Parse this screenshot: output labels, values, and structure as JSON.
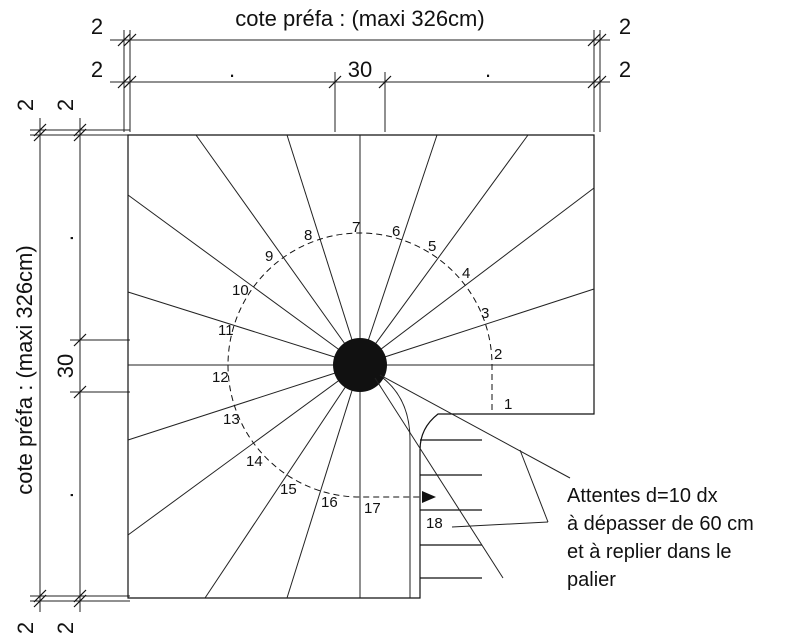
{
  "dimensions": {
    "top_label": "cote préfa : (maxi 326cm)",
    "side_label": "cote préfa : (maxi 326cm)",
    "two": "2",
    "thirty": "30",
    "dot": "."
  },
  "steps": [
    "1",
    "2",
    "3",
    "4",
    "5",
    "6",
    "7",
    "8",
    "9",
    "10",
    "11",
    "12",
    "13",
    "14",
    "15",
    "16",
    "17",
    "18"
  ],
  "annotation": {
    "line1": "Attentes d=10 dx",
    "line2": "à dépasser de 60 cm",
    "line3": "et à replier dans le",
    "line4": "palier"
  }
}
